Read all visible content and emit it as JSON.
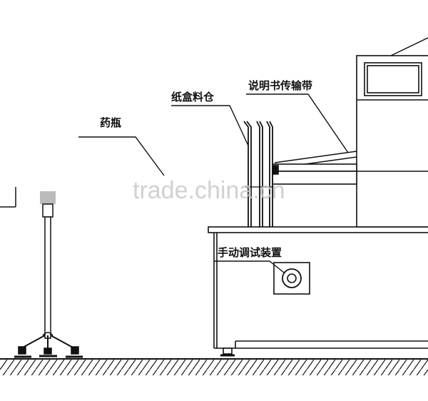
{
  "labels": {
    "bottle": "药瓶",
    "carton_magazine": "纸盒料仓",
    "leaflet_conveyor": "说明书传输带",
    "manual_adjust": "手动调试装置"
  },
  "watermark": "trade.china.cn",
  "colors": {
    "line": "#111111",
    "background": "#ffffff",
    "watermark": "#c9c9c9"
  }
}
